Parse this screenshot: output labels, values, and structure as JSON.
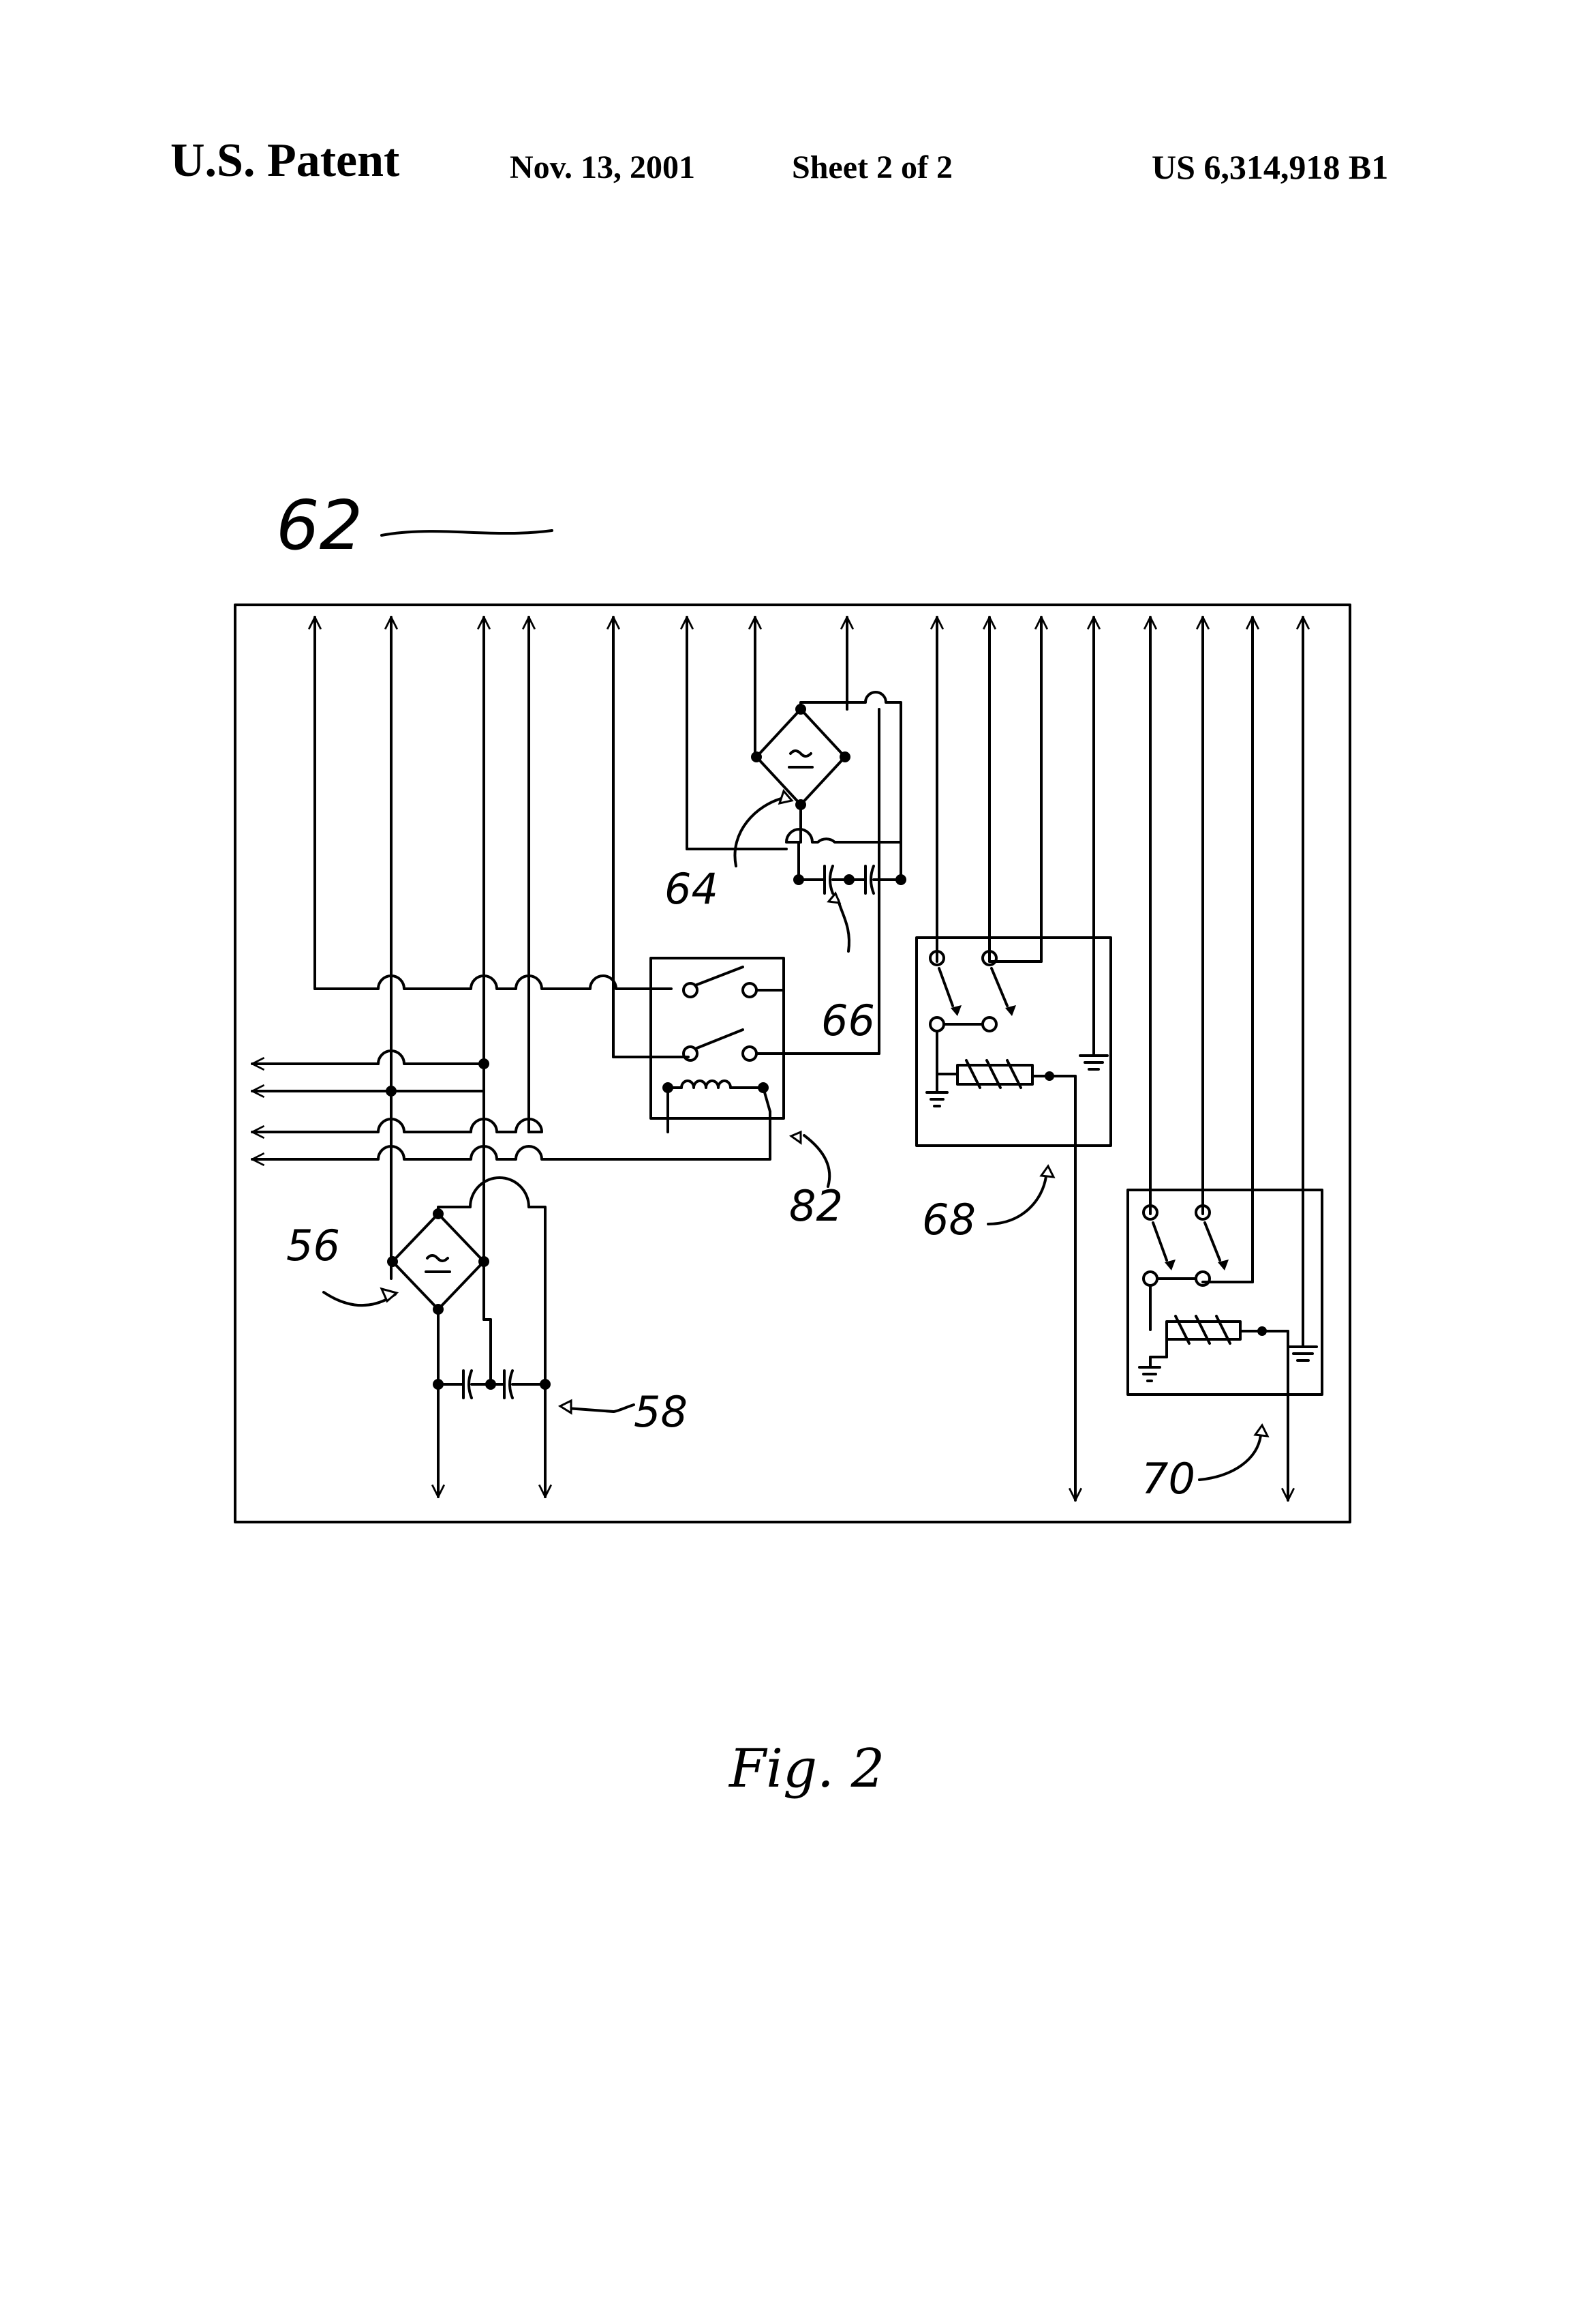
{
  "header": {
    "left": "U.S. Patent",
    "date": "Nov. 13, 2001",
    "sheet": "Sheet 2 of 2",
    "patent_number": "US 6,314,918 B1"
  },
  "labels": {
    "l62": "62",
    "l64": "64",
    "l66": "66",
    "l82": "82",
    "l68": "68",
    "l56": "56",
    "l58": "58",
    "l70": "70"
  },
  "caption": "Fig. 2"
}
